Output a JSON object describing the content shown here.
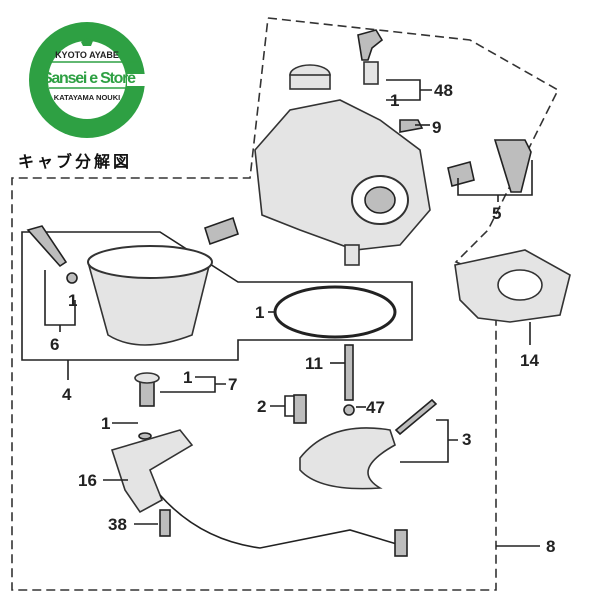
{
  "logo": {
    "top_text": "KYOTO AYABE",
    "name": "Sansei e Store",
    "bottom_text": "KATAYAMA NOUKI",
    "brand_color": "#2ea043"
  },
  "title": "キャブ分解図",
  "callouts": [
    "48",
    "1",
    "9",
    "5",
    "14",
    "1",
    "6",
    "1",
    "4",
    "11",
    "1",
    "7",
    "2",
    "47",
    "3",
    "1",
    "16",
    "38",
    "8"
  ]
}
